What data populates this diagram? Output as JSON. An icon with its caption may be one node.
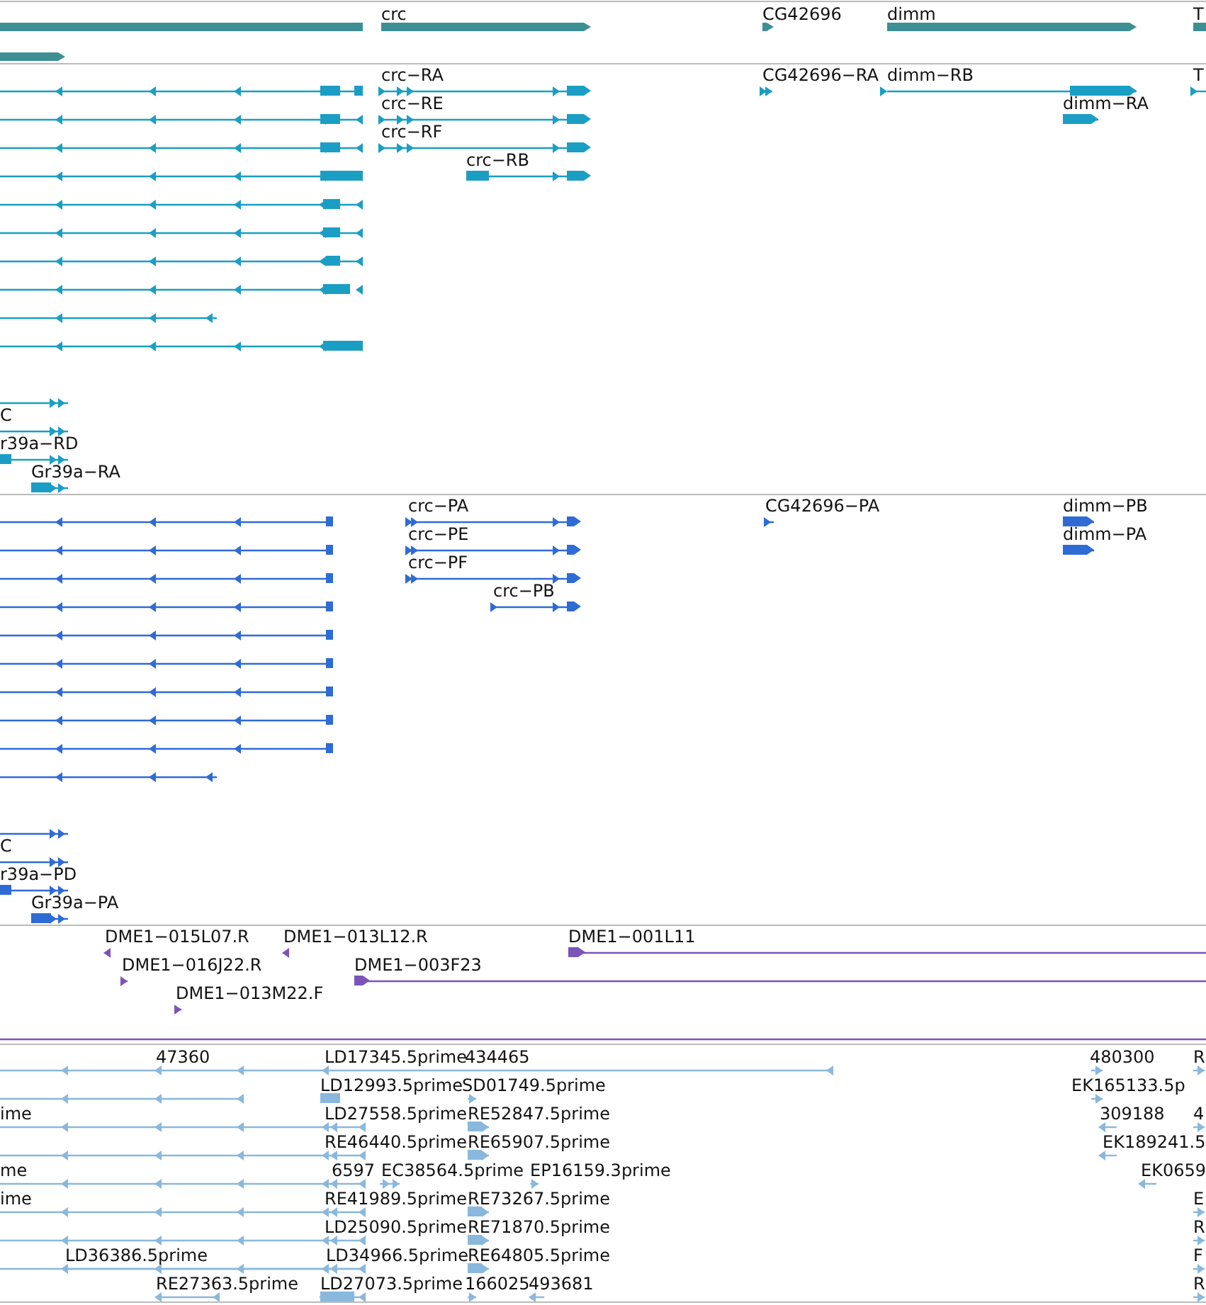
{
  "diagram": {
    "labels": [
      "crc",
      "CG42696",
      "dimm",
      "T",
      "crc−RA",
      "CG42696−RA",
      "dimm−RB",
      "T",
      "crc−RE",
      "dimm−RA",
      "crc−RF",
      "crc−RB",
      "C",
      "r39a−RD",
      "Gr39a−RA",
      "crc−PA",
      "CG42696−PA",
      "dimm−PB",
      "crc−PE",
      "dimm−PA",
      "crc−PF",
      "crc−PB",
      "C",
      "r39a−PD",
      "Gr39a−PA",
      "DME1−015L07.R",
      "DME1−013L12.R",
      "DME1−001L11",
      "DME1−016J22.R",
      "DME1−003F23",
      "DME1−013M22.F",
      "47360",
      "LD17345.5prime",
      "434465",
      "480300",
      "R",
      "LD12993.5prime",
      "SD01749.5prime",
      "EK165133.5p",
      "ime",
      "LD27558.5prime",
      "RE52847.5prime",
      "309188",
      "4",
      "RE46440.5prime",
      "RE65907.5prime",
      "EK189241.5",
      "me",
      "6597",
      "EC38564.5prime",
      "EP16159.3prime",
      "EK0659",
      "ime",
      "RE41989.5prime",
      "RE73267.5prime",
      "E",
      "LD25090.5prime",
      "RE71870.5prime",
      "R",
      "LD36386.5prime",
      "LD34966.5prime",
      "RE64805.5prime",
      "F",
      "RE27363.5prime",
      "LD27073.5prime",
      "166025",
      "493681",
      "R"
    ]
  }
}
